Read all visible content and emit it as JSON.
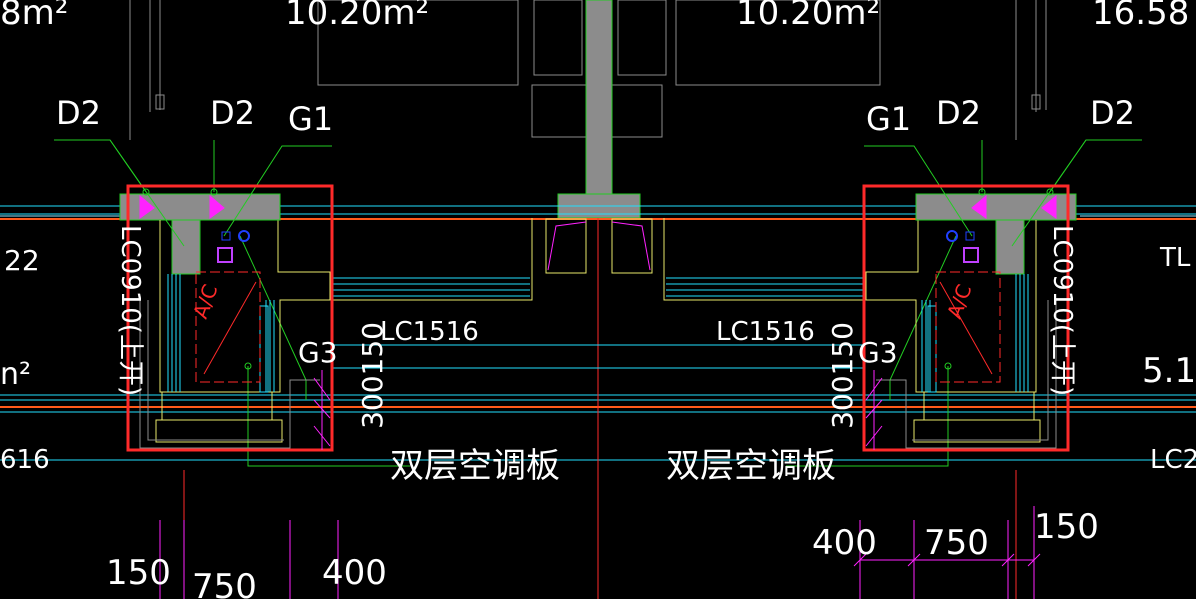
{
  "colors": {
    "background": "#000000",
    "white": "#ffffff",
    "green": "#22cc22",
    "red": "#ff2a2a",
    "orange": "#ff5a1a",
    "cyan": "#22e0ff",
    "yellow": "#e8e86a",
    "magenta": "#ff22ff",
    "gray": "#8c8c8c",
    "blue": "#2040ff",
    "lightcyan": "#8fe8ff",
    "violet": "#c040ff"
  },
  "area_labels": {
    "top_left_partial": "8m²",
    "top_center_left": "10.20m²",
    "top_center_right": "10.20m²",
    "top_right_partial": "16.58"
  },
  "left_unit": {
    "tag_d2_a": "D2",
    "tag_d2_b": "D2",
    "tag_g1": "G1",
    "tag_g3": "G3",
    "window_tag": "LC1516",
    "vertical_window_tag": "LC0910(上开)",
    "dimension_300_150": "300150",
    "ac_label": "A/C",
    "caption": "双层空调板",
    "dim_150": "150",
    "dim_750": "750",
    "dim_400": "400"
  },
  "right_unit": {
    "tag_g1": "G1",
    "tag_d2_a": "D2",
    "tag_d2_b": "D2",
    "tag_g3": "G3",
    "window_tag": "LC1516",
    "vertical_window_tag": "LC0910(上开)",
    "dimension_300_150": "300150",
    "ac_label": "A/C",
    "caption": "双层空调板",
    "dim_400": "400",
    "dim_750": "750",
    "dim_150": "150"
  },
  "edge_labels": {
    "left_22": "22",
    "left_n2": "n²",
    "left_616": "616",
    "right_tl": "TL",
    "right_5_1": "5.1",
    "right_lc2": "LC2"
  }
}
